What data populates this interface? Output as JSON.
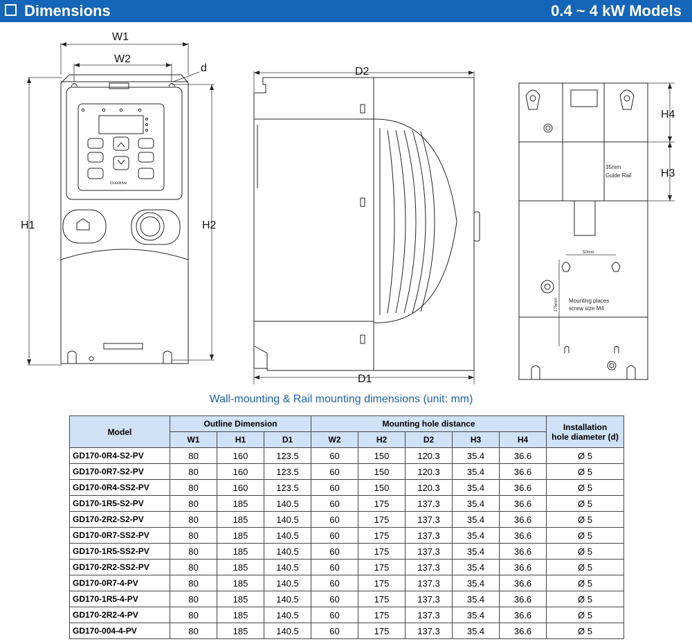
{
  "header": {
    "title": "Dimensions",
    "models": "0.4 ~ 4 kW Models"
  },
  "drawing": {
    "labels": {
      "w1": "W1",
      "w2": "W2",
      "d": "d",
      "h1": "H1",
      "h2": "H2",
      "d2": "D2",
      "d1": "D1",
      "h4": "H4",
      "h3": "H3"
    },
    "rail_label_1": "35mm",
    "rail_label_2": "Guide Rail",
    "spacing_label": "50mm",
    "height_label": "175mm",
    "mounting_note_1": "Mounting places",
    "mounting_note_2": "screw size M4",
    "brand": "Goodrive"
  },
  "caption": "Wall-mounting & Rail mounting dimensions (unit: mm)",
  "table": {
    "model_header": "Model",
    "outline_header": "Outline Dimension",
    "mounting_header": "Mounting hole distance",
    "install_header_1": "Installation",
    "install_header_2": "hole diameter (d)",
    "columns": [
      "W1",
      "H1",
      "D1",
      "W2",
      "H2",
      "D2",
      "H3",
      "H4"
    ],
    "rows": [
      [
        "GD170-0R4-S2-PV",
        "80",
        "160",
        "123.5",
        "60",
        "150",
        "120.3",
        "35.4",
        "36.6",
        "Ø 5"
      ],
      [
        "GD170-0R7-S2-PV",
        "80",
        "160",
        "123.5",
        "60",
        "150",
        "120.3",
        "35.4",
        "36.6",
        "Ø 5"
      ],
      [
        "GD170-0R4-SS2-PV",
        "80",
        "160",
        "123.5",
        "60",
        "150",
        "120.3",
        "35.4",
        "36.6",
        "Ø 5"
      ],
      [
        "GD170-1R5-S2-PV",
        "80",
        "185",
        "140.5",
        "60",
        "175",
        "137.3",
        "35.4",
        "36.6",
        "Ø 5"
      ],
      [
        "GD170-2R2-S2-PV",
        "80",
        "185",
        "140.5",
        "60",
        "175",
        "137.3",
        "35.4",
        "36.6",
        "Ø 5"
      ],
      [
        "GD170-0R7-SS2-PV",
        "80",
        "185",
        "140.5",
        "60",
        "175",
        "137.3",
        "35.4",
        "36.6",
        "Ø 5"
      ],
      [
        "GD170-1R5-SS2-PV",
        "80",
        "185",
        "140.5",
        "60",
        "175",
        "137.3",
        "35.4",
        "36.6",
        "Ø 5"
      ],
      [
        "GD170-2R2-SS2-PV",
        "80",
        "185",
        "140.5",
        "60",
        "175",
        "137.3",
        "35.4",
        "36.6",
        "Ø 5"
      ],
      [
        "GD170-0R7-4-PV",
        "80",
        "185",
        "140.5",
        "60",
        "175",
        "137.3",
        "35.4",
        "36.6",
        "Ø 5"
      ],
      [
        "GD170-1R5-4-PV",
        "80",
        "185",
        "140.5",
        "60",
        "175",
        "137.3",
        "35.4",
        "36.6",
        "Ø 5"
      ],
      [
        "GD170-2R2-4-PV",
        "80",
        "185",
        "140.5",
        "60",
        "175",
        "137.3",
        "35.4",
        "36.6",
        "Ø 5"
      ],
      [
        "GD170-004-4-PV",
        "80",
        "185",
        "140.5",
        "60",
        "175",
        "137.3",
        "35.4",
        "36.6",
        "Ø 5"
      ]
    ]
  }
}
